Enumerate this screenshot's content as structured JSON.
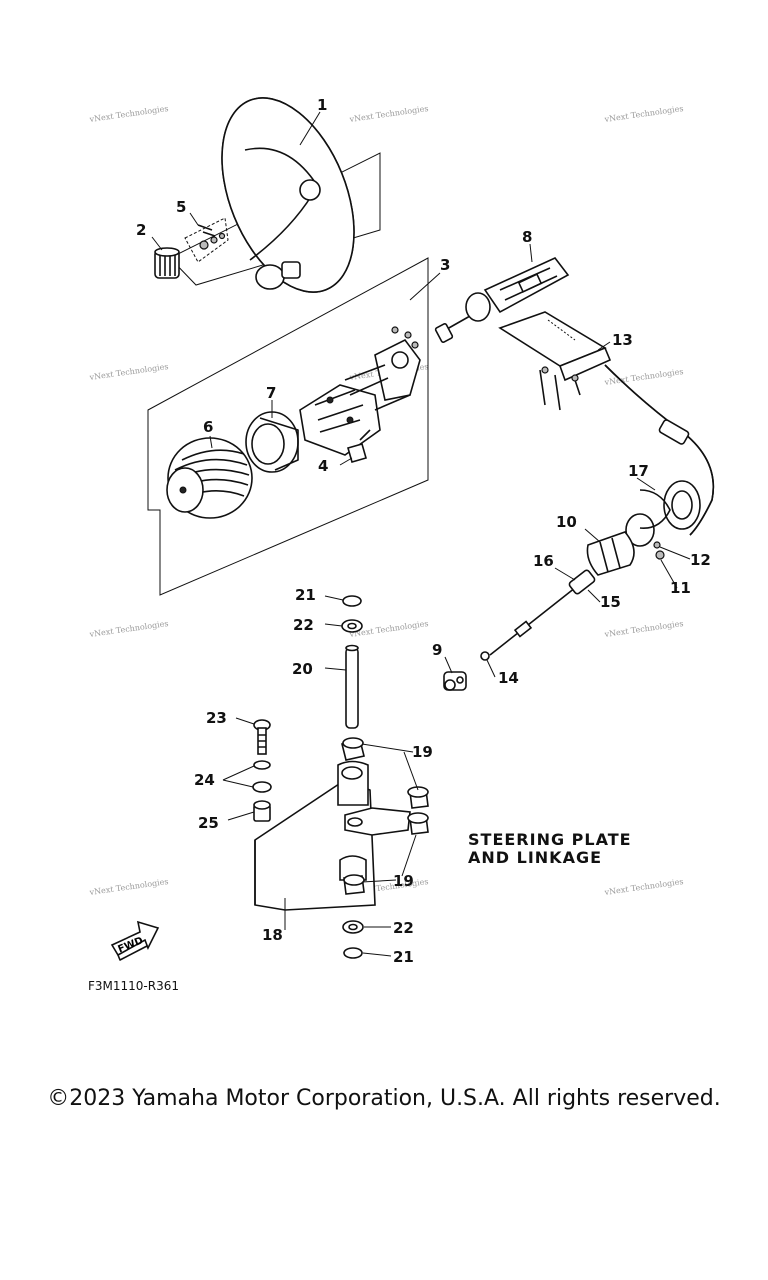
{
  "diagram": {
    "callouts": {
      "n1": "1",
      "n2": "2",
      "n3": "3",
      "n4": "4",
      "n5": "5",
      "n6": "6",
      "n7": "7",
      "n8": "8",
      "n9": "9",
      "n10": "10",
      "n11": "11",
      "n12": "12",
      "n13": "13",
      "n14": "14",
      "n15": "15",
      "n16": "16",
      "n17": "17",
      "n18": "18",
      "n19": "19",
      "n20": "20",
      "n21": "21",
      "n22": "22",
      "n23": "23",
      "n24": "24",
      "n25": "25"
    },
    "heading_line1": "STEERING PLATE",
    "heading_line2": "AND LINKAGE",
    "drawing_code": "F3M1110-R361",
    "fwd_label": "FWD",
    "watermark": "vNext Technologies"
  },
  "footer": {
    "copyright": "©2023 Yamaha Motor Corporation, U.S.A. All rights reserved."
  }
}
